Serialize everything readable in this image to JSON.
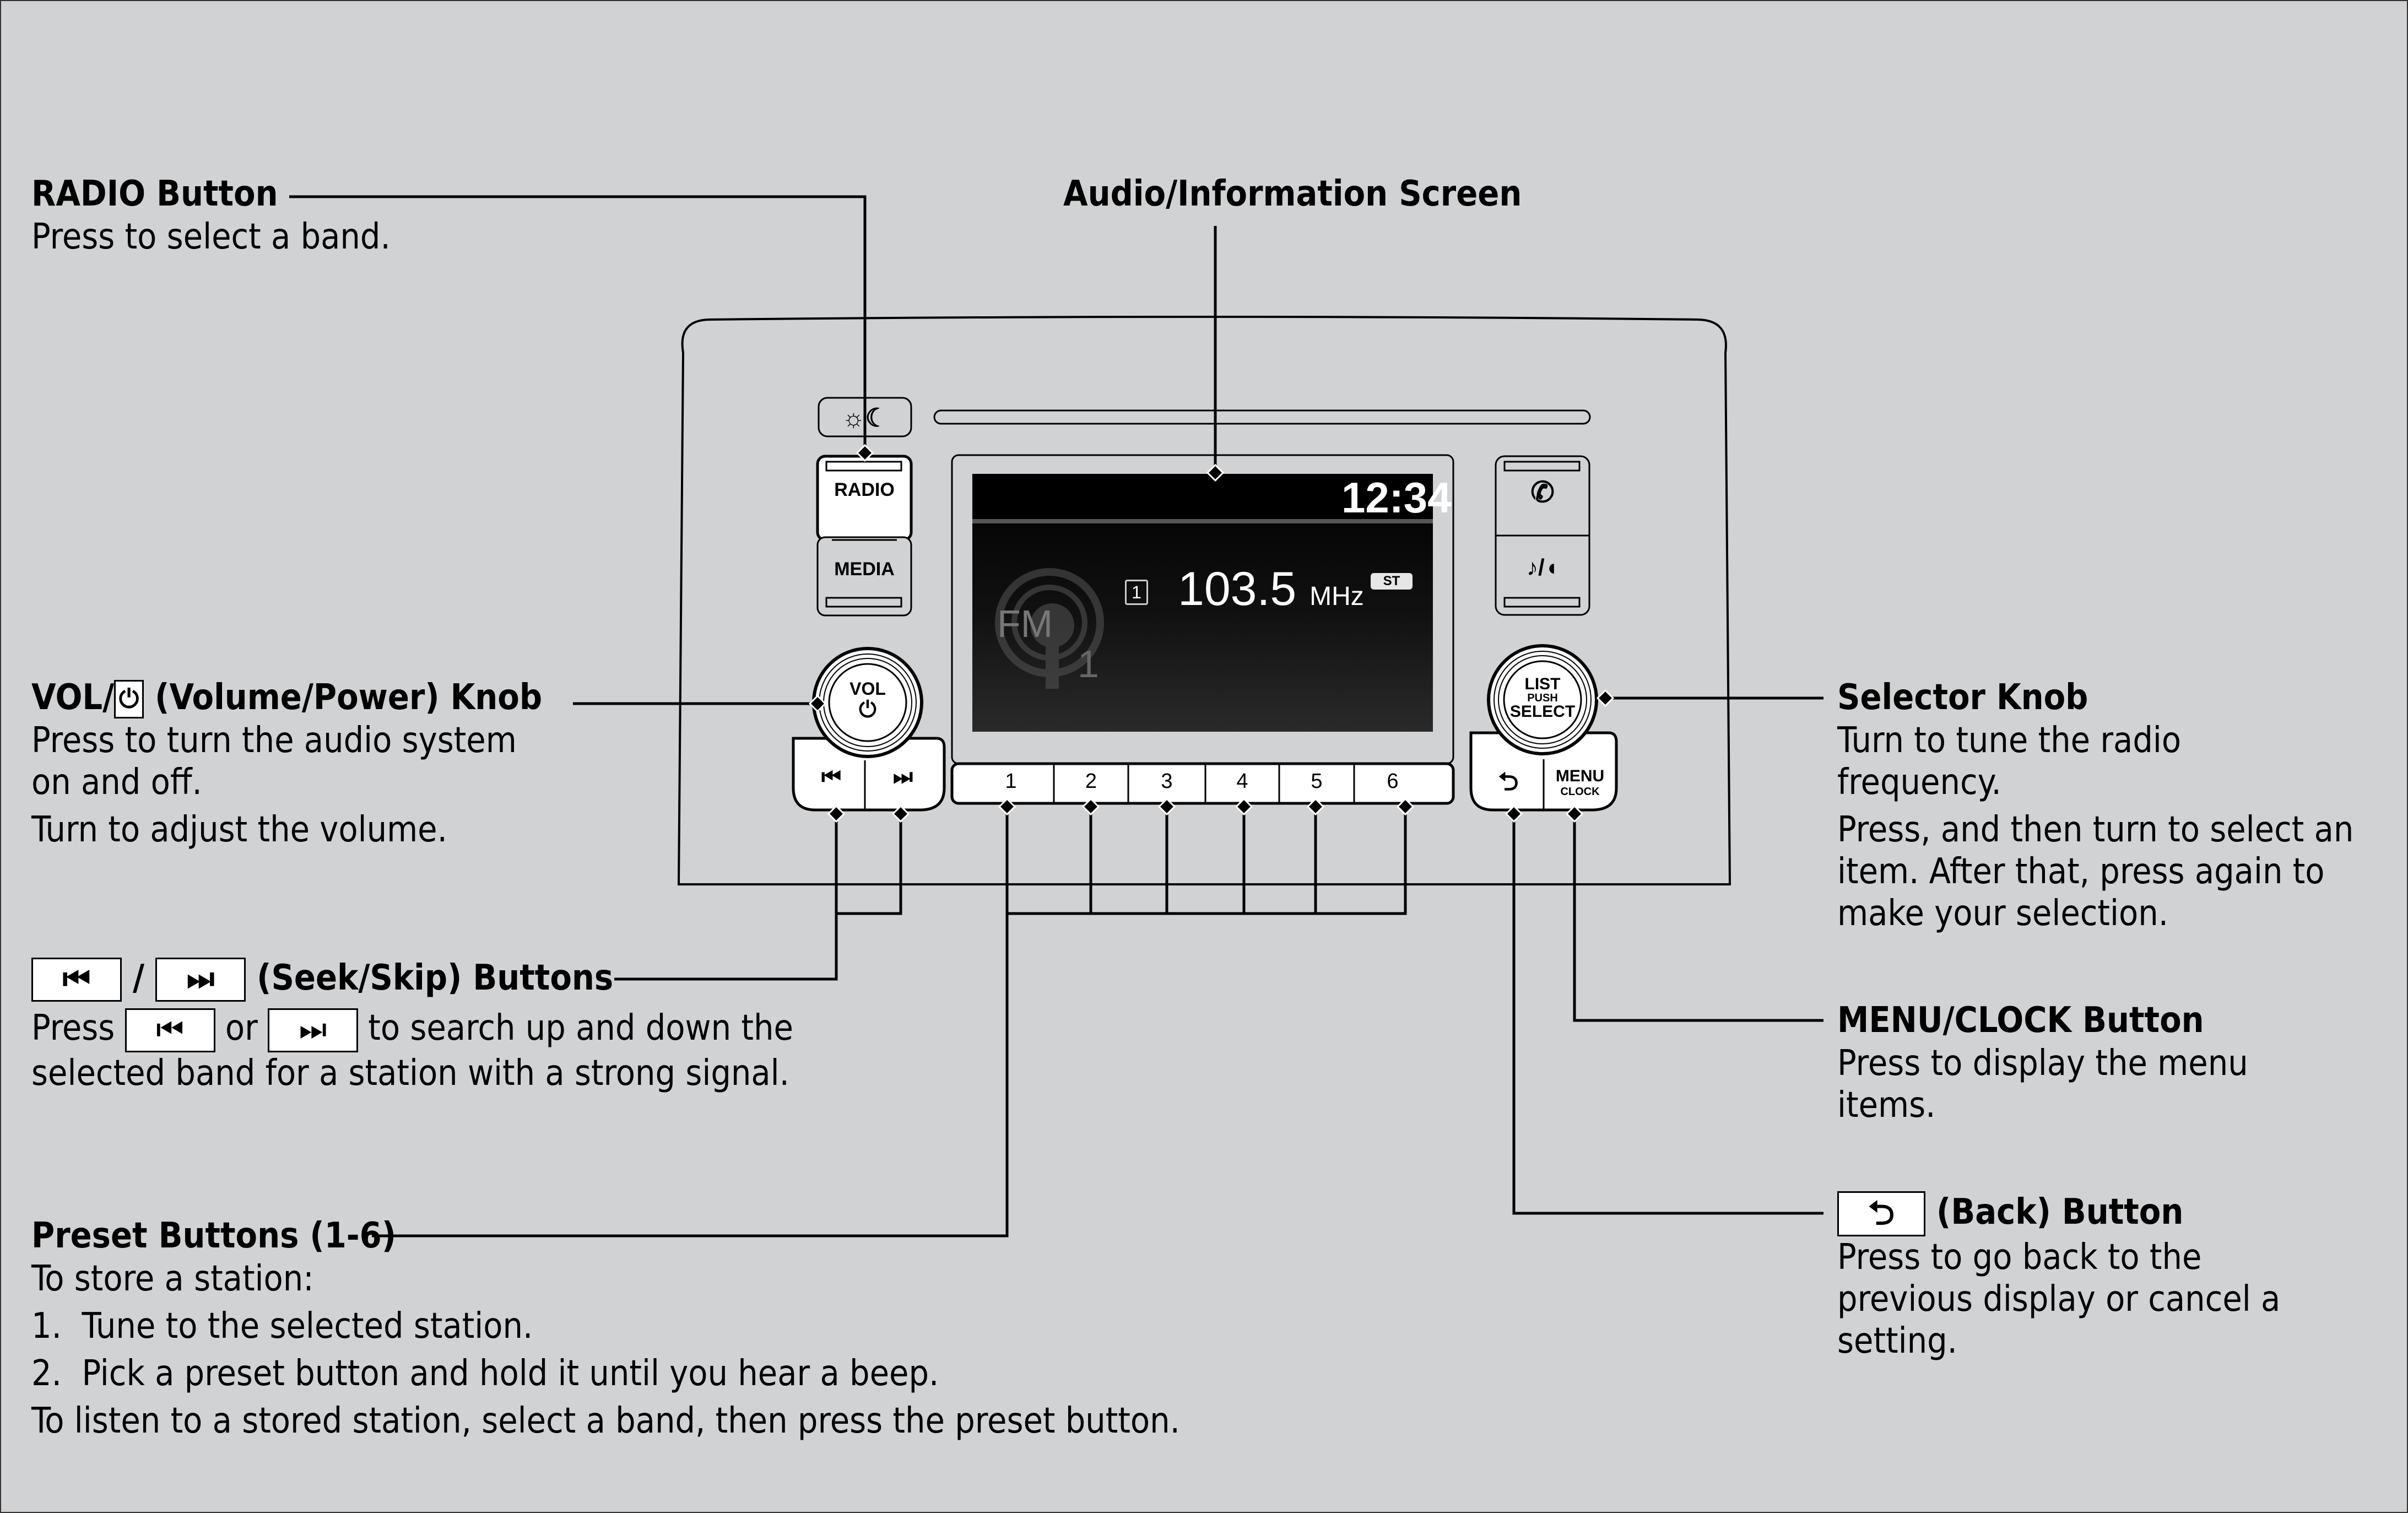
{
  "colors": {
    "background": "#d1d2d4",
    "text": "#000000",
    "screen": "#0a0a0a",
    "button_face": "#ffffff"
  },
  "device": {
    "day_night_icon": "sun-moon-icon",
    "radio_button_label": "RADIO",
    "media_button_label": "MEDIA",
    "phone_icon": "phone-icon",
    "music_speaker_icon": "music-speaker-icon",
    "vol_knob_label": "VOL",
    "vol_knob_icon": "power-icon",
    "seek_back_icon": "skip-back-icon",
    "seek_forward_icon": "skip-forward-icon",
    "selector_knob_labels": [
      "LIST",
      "PUSH",
      "SELECT"
    ],
    "back_button_icon": "back-arrow-icon",
    "menu_button_label": "MENU",
    "clock_button_sublabel": "CLOCK",
    "presets": [
      "1",
      "2",
      "3",
      "4",
      "5",
      "6"
    ],
    "screen": {
      "clock": "12:34",
      "preset_indicator": "1",
      "frequency": "103.5",
      "unit": "MHz",
      "stereo_badge": "ST",
      "band_logo": "FM",
      "band_number": "1"
    }
  },
  "callouts": {
    "radio_button": {
      "title": "RADIO Button",
      "desc": [
        "Press to select a band."
      ]
    },
    "audio_screen": {
      "title": "Audio/Information Screen"
    },
    "vol_knob": {
      "title_prefix": "VOL/",
      "title_suffix": " (Volume/Power) Knob",
      "desc": [
        "Press to turn the audio system on and off.",
        "Turn to adjust the volume."
      ]
    },
    "seek_skip": {
      "title_sep": " / ",
      "title_suffix": " (Seek/Skip) Buttons",
      "desc_1": "Press ",
      "desc_or": " or ",
      "desc_2": " to search up and down the selected band for a station with a strong signal."
    },
    "presets": {
      "title": "Preset Buttons (1-6)",
      "intro": "To store a station:",
      "steps": [
        "1.  Tune to the selected station.",
        "2.  Pick a preset button and hold it until you hear a beep."
      ],
      "outro": "To listen to a stored station, select a band, then press the preset button."
    },
    "selector_knob": {
      "title": "Selector Knob",
      "desc": [
        "Turn to tune the radio frequency.",
        "Press, and then turn to select an item. After that, press again to make your selection."
      ]
    },
    "menu_clock": {
      "title": "MENU/CLOCK Button",
      "desc": [
        "Press to display the menu items."
      ]
    },
    "back": {
      "title_suffix": " (Back) Button",
      "desc": [
        "Press to go back to the previous display or cancel a setting."
      ]
    }
  }
}
